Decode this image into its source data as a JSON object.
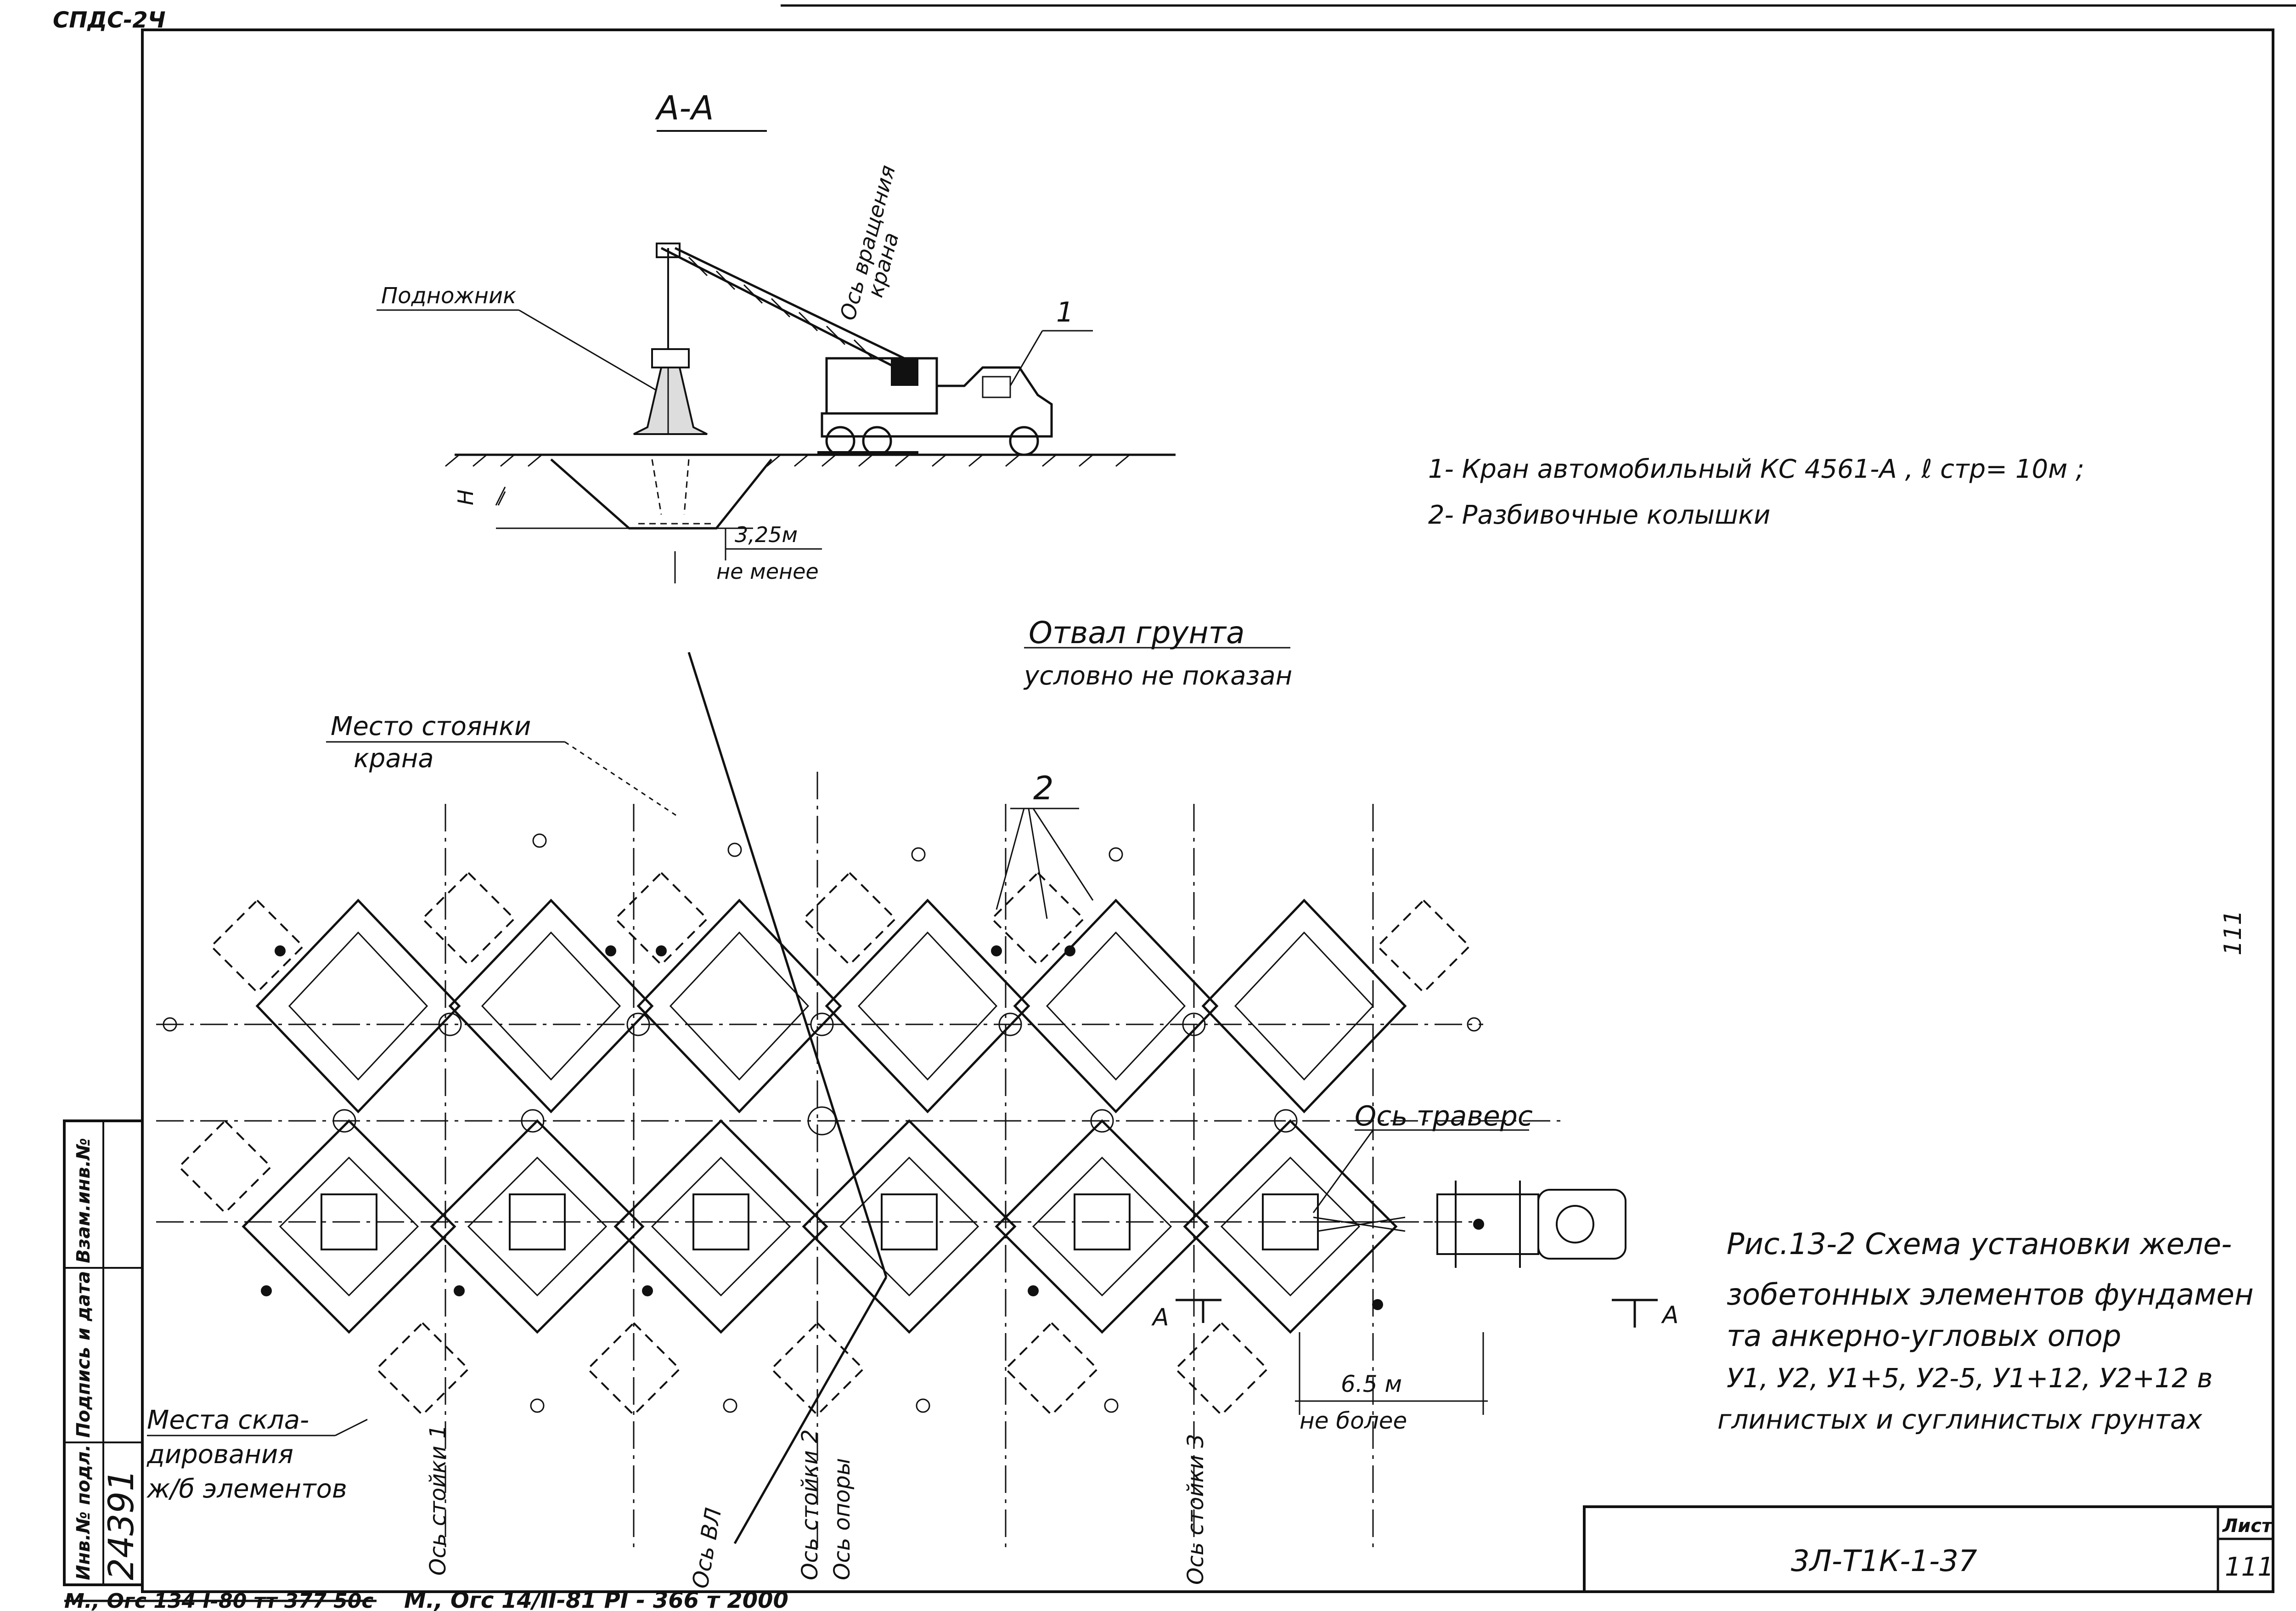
{
  "corner_stamp": "СПДС-2Ч",
  "section": {
    "title": "А-А",
    "podnozhnik": "Подножник",
    "rotation_axis_1": "Ось вращения",
    "rotation_axis_2": "крана",
    "callout_1": "1",
    "depth_mark": "Н",
    "dim_value": "3,25м",
    "dim_note": "не менее"
  },
  "legend": {
    "item1": "1- Кран автомобильный КС 4561-А , ℓ стр= 10м ;",
    "item2": "2- Разбивочные колышки"
  },
  "notes": {
    "spoil_1": "Отвал грунта",
    "spoil_2": "условно не показан",
    "crane_place_1": "Место стоянки",
    "crane_place_2": "крана",
    "callout_2": "2",
    "traverse_axis": "Ось траверс",
    "section_mark_left": "А",
    "section_mark_right": "А",
    "dim_value": "6.5 м",
    "dim_note": "не более",
    "storage_1": "Места скла-",
    "storage_2": "дирования",
    "storage_3": "ж/б элементов",
    "axis_vl": "Ось ВЛ",
    "axis_stand1": "Ось стойки 1",
    "axis_stand2": "Ось стойки 2",
    "axis_support": "Ось опоры",
    "axis_stand3": "Ось стойки 3"
  },
  "caption": {
    "line1": "Рис.13-2 Схема установки желе-",
    "line2": "зобетонных элементов фундамен",
    "line3": "та анкерно-угловых опор",
    "line4": "У1, У2, У1+5, У2-5, У1+12, У2+12 в",
    "line5": "глинистых и суглинистых грунтах"
  },
  "side_stamp": {
    "col1_label": "Инв.№ подл.",
    "col1_value": "24391",
    "col2_label": "Подпись и дата",
    "col3_label": "Взам.инв.№"
  },
  "page_number": "111",
  "title_block": {
    "doc_code": "3Л-Т1К-1-37",
    "sheet_label": "Лист",
    "sheet_value": "111"
  },
  "footer": {
    "struck_text": "М., Огс 134 I-80 тт 377 50с",
    "text": "М., Огс 14/II-81 РI - 366 т 2000"
  }
}
